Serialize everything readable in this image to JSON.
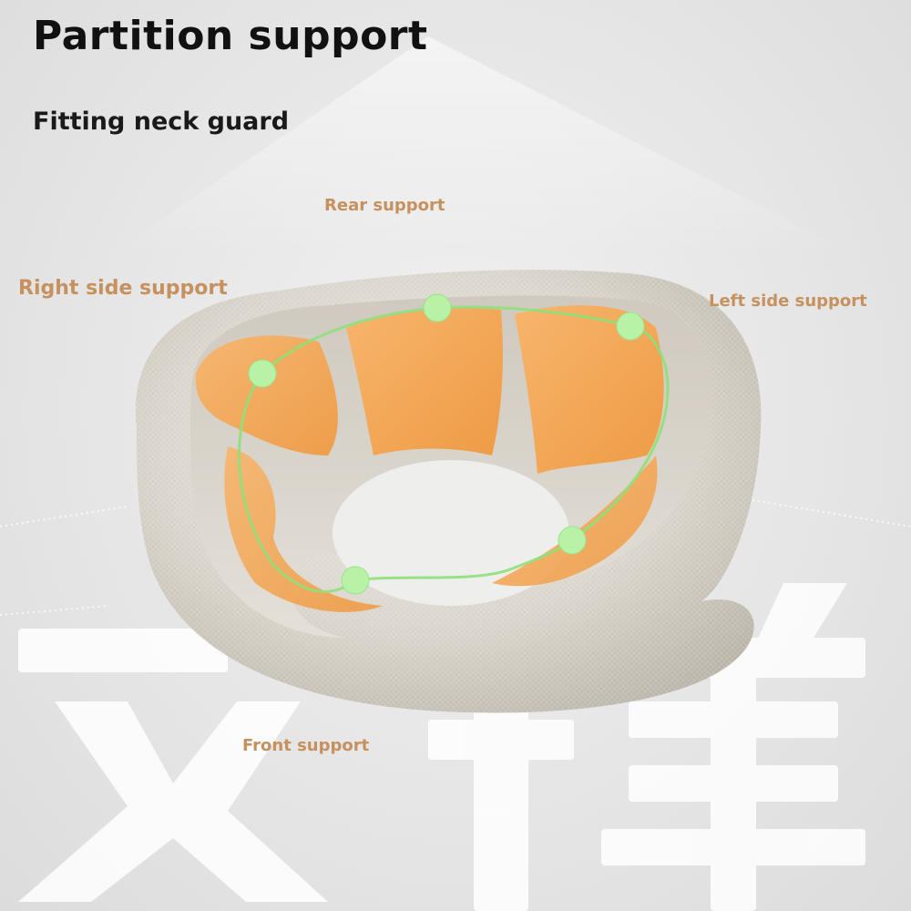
{
  "header": {
    "title": "Partition support",
    "subtitle": "Fitting neck guard"
  },
  "labels": {
    "rear": "Rear support",
    "right_side": "Right side support",
    "left_side": "Left side support",
    "front": "Front support"
  },
  "watermark": {
    "text": "支撑"
  },
  "colors": {
    "label": "#c6915f",
    "fabric": "#dcd8d0",
    "foam": "#f3a85a",
    "curve": "#8ee07a",
    "dot": "#b8f2a6"
  },
  "icons": {
    "support_point": "green-dot-marker"
  }
}
